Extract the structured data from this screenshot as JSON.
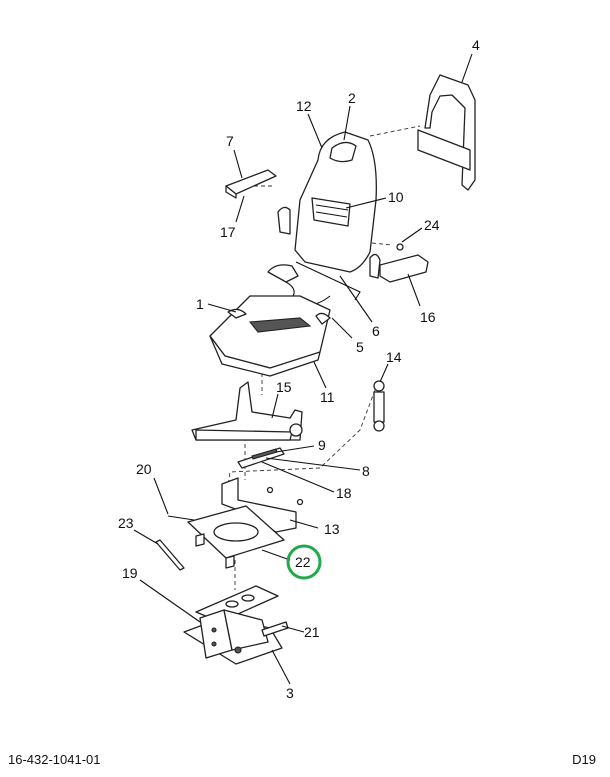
{
  "diagram": {
    "callouts": [
      "1",
      "2",
      "3",
      "4",
      "5",
      "6",
      "7",
      "8",
      "9",
      "10",
      "11",
      "12",
      "13",
      "14",
      "15",
      "16",
      "17",
      "18",
      "19",
      "20",
      "21",
      "22",
      "23",
      "24"
    ],
    "highlighted": "22",
    "highlight_color": "#22a84a"
  },
  "footer": {
    "part_number": "16-432-1041-01",
    "page_code": "D19"
  }
}
